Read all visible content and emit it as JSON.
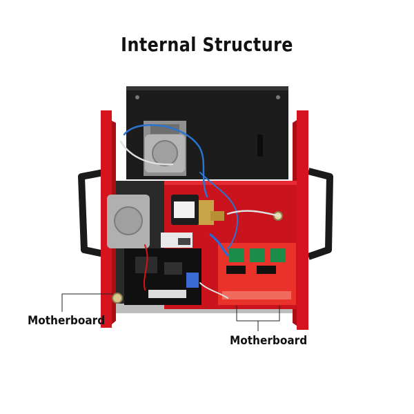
{
  "page_title": "Internal Structure",
  "callouts": {
    "left_label": "Motherboard",
    "right_label": "Motherboard"
  },
  "colors": {
    "chassis_red": "#d6141f",
    "back_panel": "#1c1c1c",
    "board_red": "#e8322a",
    "motor_metal": "#a9a9a9",
    "background": "#ffffff"
  }
}
